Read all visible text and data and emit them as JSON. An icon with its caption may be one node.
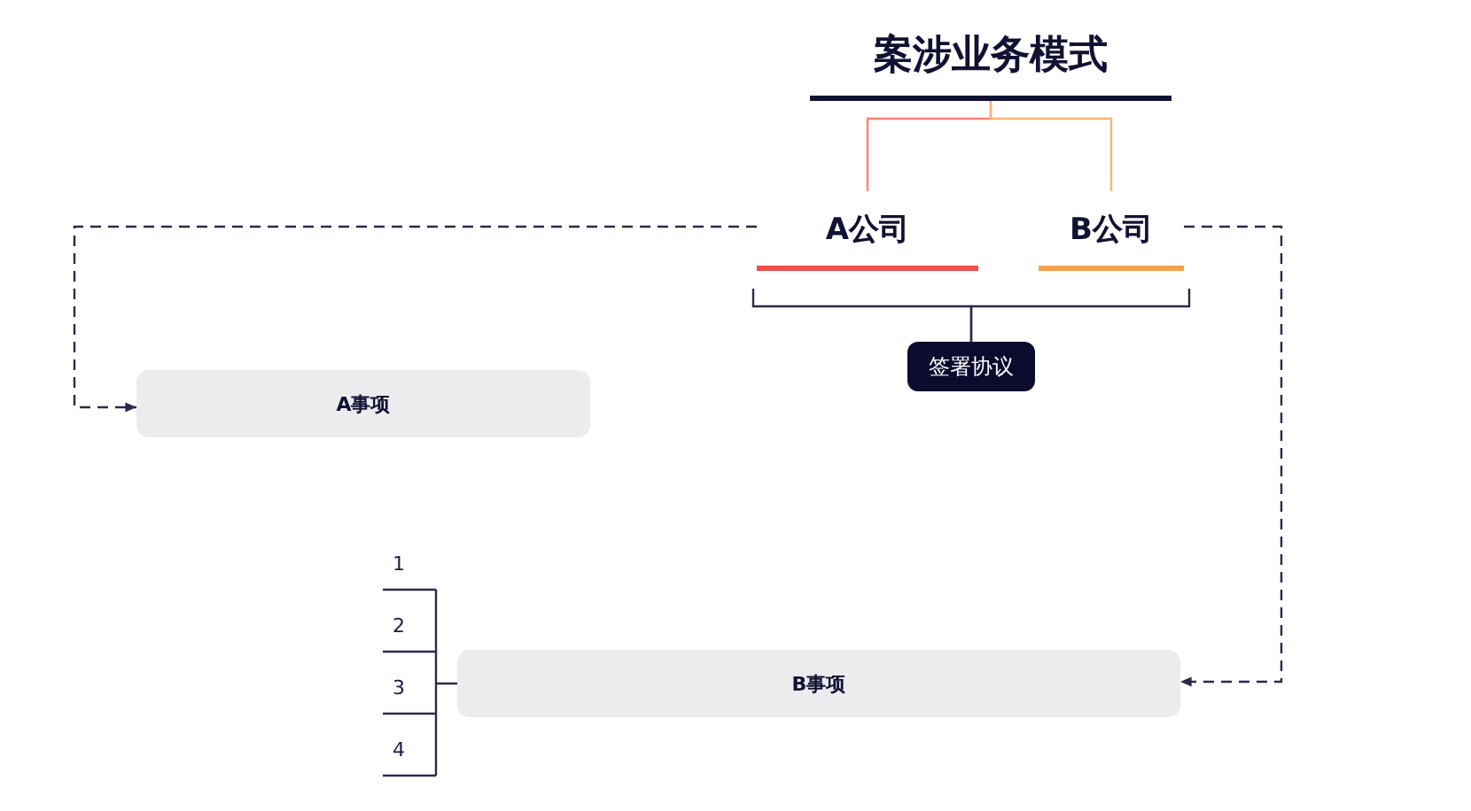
{
  "diagram": {
    "nodes": [
      {
        "text": [
          "案涉业务模式"
        ]
      },
      {
        "text": [
          "A公司"
        ]
      },
      {
        "text": [
          "B公司"
        ]
      },
      {
        "text": [
          "签署协议"
        ]
      },
      {
        "text": [
          "A事项"
        ]
      },
      {
        "text": [
          "B事项"
        ]
      }
    ],
    "edges": [
      {
        "from": 0,
        "to": 1,
        "arrow": "none",
        "color": "#ff8070"
      },
      {
        "from": 0,
        "to": 2,
        "arrow": "none",
        "color": "#f8b479"
      },
      {
        "from": 1,
        "to": 3,
        "arrow": "none"
      },
      {
        "from": 2,
        "to": 3,
        "arrow": "none"
      },
      {
        "from": 1,
        "to": 4,
        "arrow": "to",
        "style": "dashed"
      },
      {
        "from": 2,
        "to": 5,
        "arrow": "to",
        "style": "dashed"
      }
    ],
    "labels": [
      "1",
      "2",
      "3",
      "4"
    ]
  }
}
